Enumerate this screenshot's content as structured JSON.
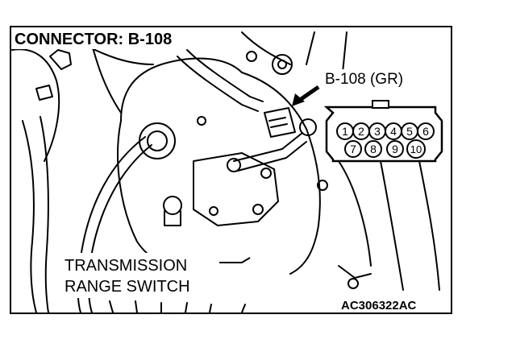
{
  "figure": {
    "title": "CONNECTOR: B-108",
    "connector_label": "B-108 (GR)",
    "component_label_line1": "TRANSMISSION",
    "component_label_line2": "RANGE SWITCH",
    "figure_code": "AC306322AC"
  },
  "connector_pins": {
    "top_row": [
      "1",
      "2",
      "3",
      "4",
      "5",
      "6"
    ],
    "bottom_row": [
      "7",
      "8",
      "9",
      "10"
    ]
  },
  "colors": {
    "line": "#000000",
    "background": "#ffffff"
  }
}
